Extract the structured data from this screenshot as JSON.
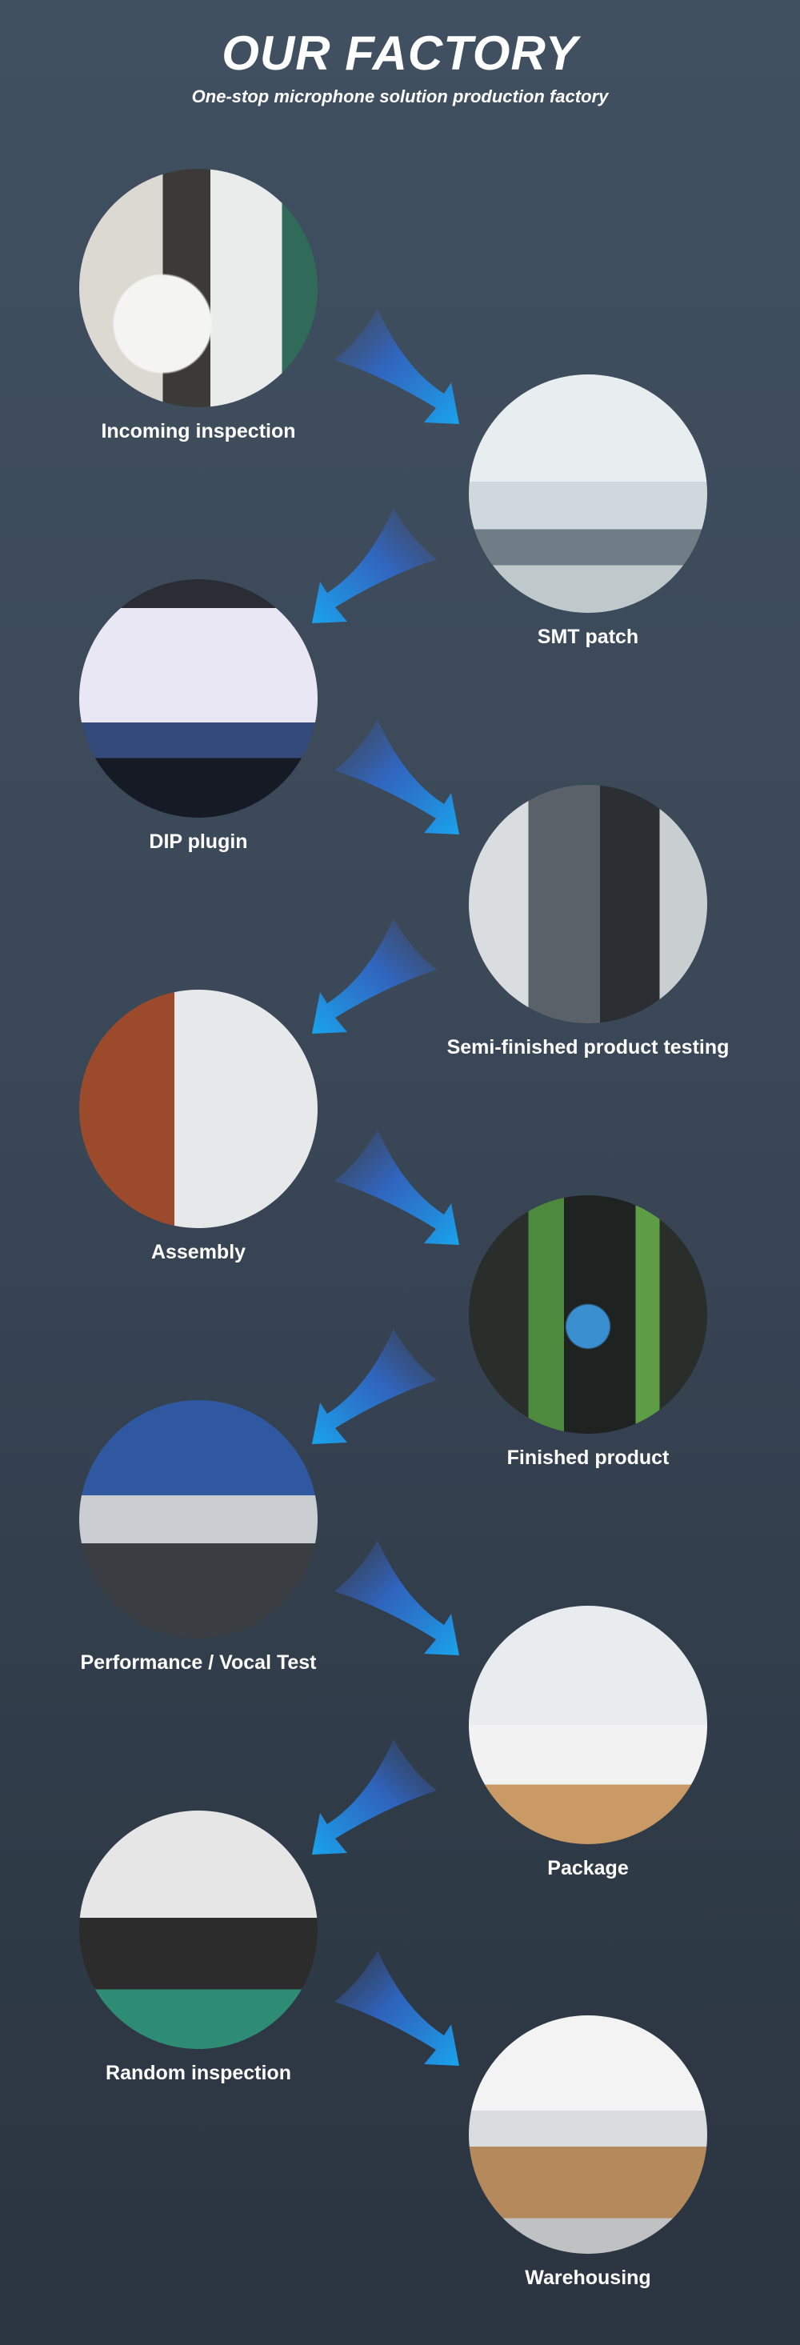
{
  "header": {
    "title": "OUR FACTORY",
    "subtitle": "One-stop microphone solution production factory"
  },
  "steps": [
    {
      "label": "Incoming inspection"
    },
    {
      "label": "SMT patch"
    },
    {
      "label": "DIP plugin"
    },
    {
      "label": "Semi-finished product testing"
    },
    {
      "label": "Assembly"
    },
    {
      "label": "Finished product"
    },
    {
      "label": "Performance / Vocal Test"
    },
    {
      "label": "Package"
    },
    {
      "label": "Random inspection"
    },
    {
      "label": "Warehousing"
    }
  ],
  "colors": {
    "arrow_head": "#1aa3ec",
    "arrow_tail": "#3d5aa8"
  }
}
